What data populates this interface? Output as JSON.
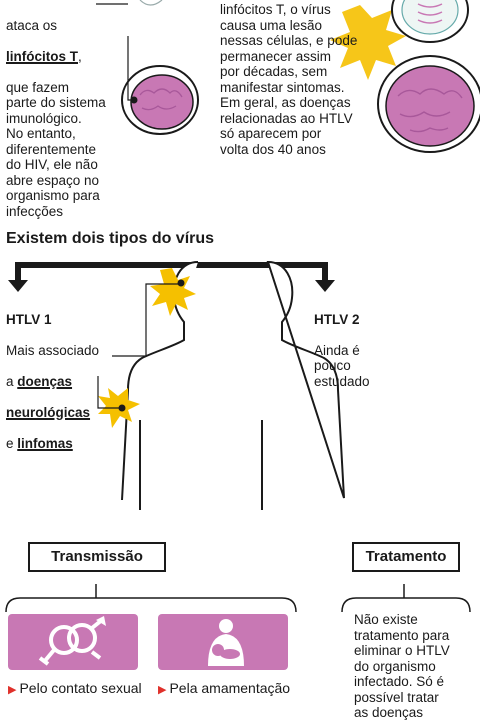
{
  "top_left": {
    "line1": "ataca os",
    "line2": "linfócitos T",
    "line2_suffix": ",",
    "rest": "que fazem\nparte do sistema\nimunológico.\nNo entanto,\ndiferentemente\ndo HIV, ele não\nabre espaço no\norganismo para\ninfecções"
  },
  "top_right": {
    "text": "linfócitos T, o vírus\ncausa uma lesão\nnessas células, e pode\npermanecer assim\npor décadas, sem\nmanifestar sintomas.\nEm geral, as doenças\nrelacionadas ao HTLV\nsó aparecem por\nvolta dos 40 anos"
  },
  "types": {
    "heading": "Existem dois tipos do vírus",
    "htlv1": {
      "title": "HTLV 1",
      "line1": "Mais associado",
      "line2_prefix": "a ",
      "line2_bold": "doenças",
      "line3_bold": "neurológicas",
      "line4_prefix": "e ",
      "line4_bold": "linfomas"
    },
    "htlv2": {
      "title": "HTLV 2",
      "text": "Ainda é\npouco\nestudado"
    }
  },
  "transmissao": {
    "title": "Transmissão",
    "items": [
      {
        "label": "Pelo contato sexual",
        "icon": "gender-symbols-icon"
      },
      {
        "label": "Pela amamentação",
        "icon": "breastfeeding-icon"
      }
    ]
  },
  "tratamento": {
    "title": "Tratamento",
    "text": "Não existe\ntratamento para\neliminar o HTLV\ndo organismo\ninfectado. Só é\npossível tratar\nas doenças"
  },
  "colors": {
    "cell_pink": "#c878b4",
    "card_pink": "#c878b4",
    "burst_yellow": "#f5c000",
    "accent_red": "#e0302a",
    "body_stroke": "#1a1a1a"
  }
}
